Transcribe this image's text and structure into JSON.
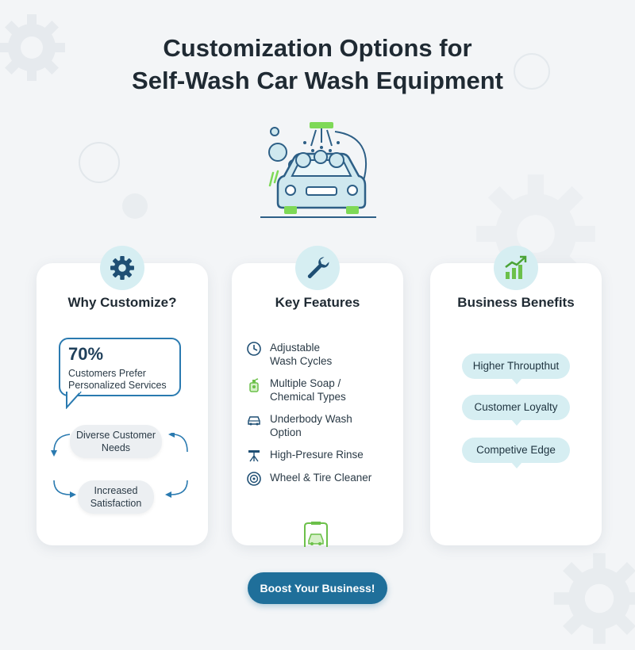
{
  "title": {
    "line1": "Customization Options for",
    "line2": "Self-Wash Car Wash Equipment"
  },
  "hero": {
    "icon": "car-wash-icon"
  },
  "cards": [
    {
      "title": "Why Customize?",
      "icon": "gear-icon",
      "stat": {
        "value": "70%",
        "label": "Customers Prefer Personalized Services"
      },
      "cycle": [
        "Diverse Customer Needs",
        "Increased Satisfaction"
      ]
    },
    {
      "title": "Key Features",
      "icon": "wrench-icon",
      "features": [
        {
          "label": "Adjustable Wash Cycles",
          "icon": "clock-icon"
        },
        {
          "label": "Multiple Soap / Chemical Types",
          "icon": "soap-bottle-icon"
        },
        {
          "label": "Underbody Wash Option",
          "icon": "car-icon"
        },
        {
          "label": "High-Presure Rinse",
          "icon": "spray-nozzle-icon"
        },
        {
          "label": "Wheel & Tire Cleaner",
          "icon": "wheel-icon"
        }
      ]
    },
    {
      "title": "Business Benefits",
      "icon": "growth-chart-icon",
      "benefits": [
        "Higher Throupthut",
        "Customer Loyalty",
        "Competive Edge"
      ]
    }
  ],
  "cta": {
    "label": "Boost Your Business!"
  },
  "colors": {
    "accent": "#1f6f9a",
    "teal_light": "#d6eef2",
    "green": "#6cc04a",
    "dark_blue": "#1f4f74"
  }
}
